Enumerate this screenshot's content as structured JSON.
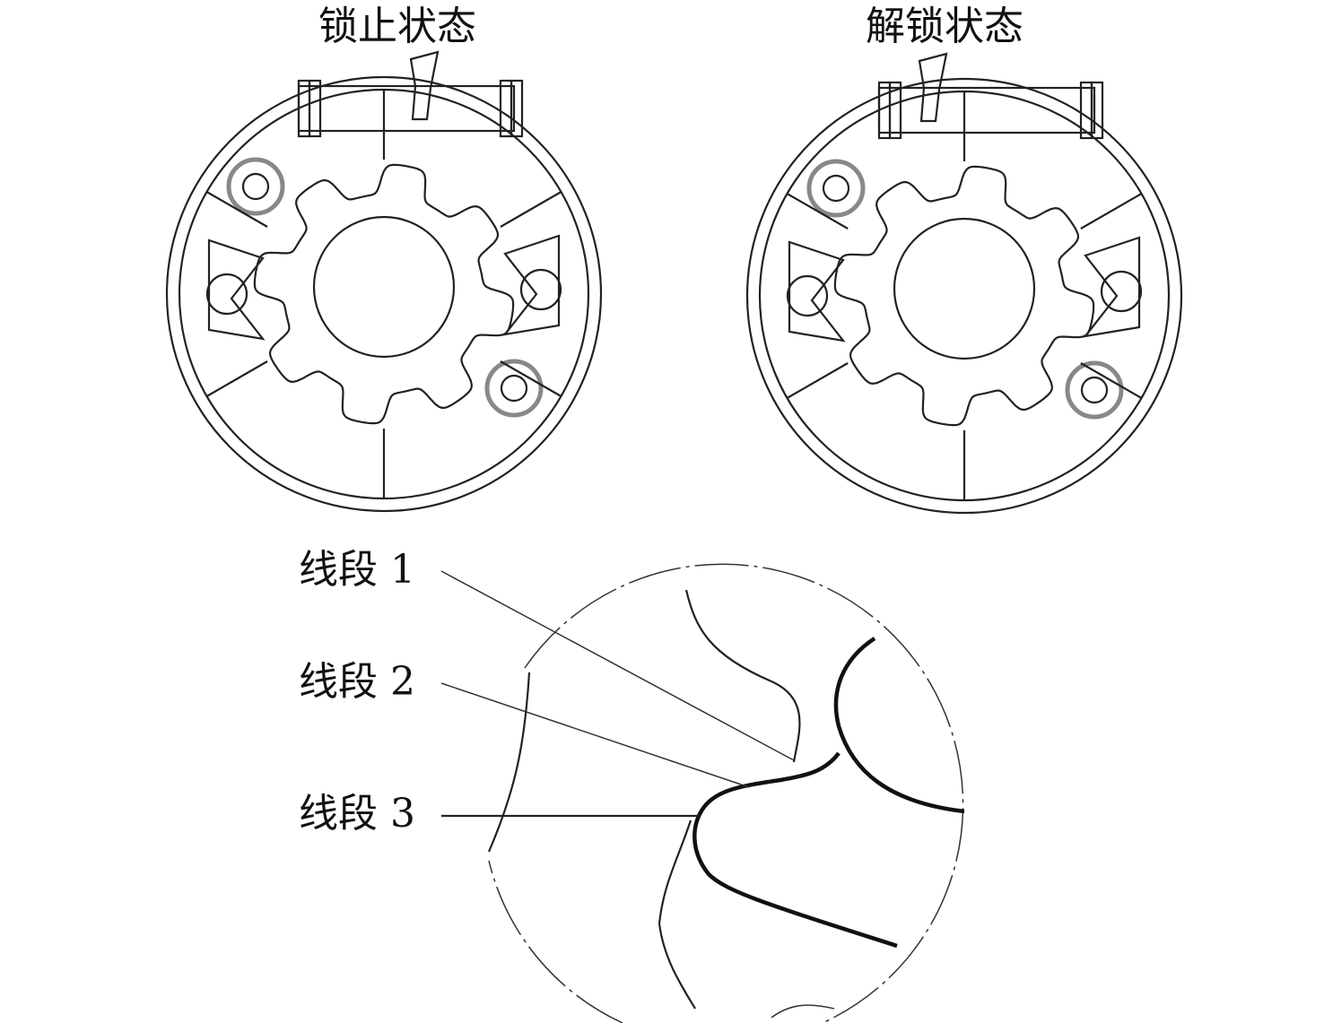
{
  "titles": {
    "locked": "锁止状态",
    "unlocked": "解锁状态"
  },
  "callouts": [
    {
      "label": "线段 1"
    },
    {
      "label": "线段 2"
    },
    {
      "label": "线段 3"
    }
  ],
  "colors": {
    "line": "#222222",
    "background": "#ffffff"
  }
}
